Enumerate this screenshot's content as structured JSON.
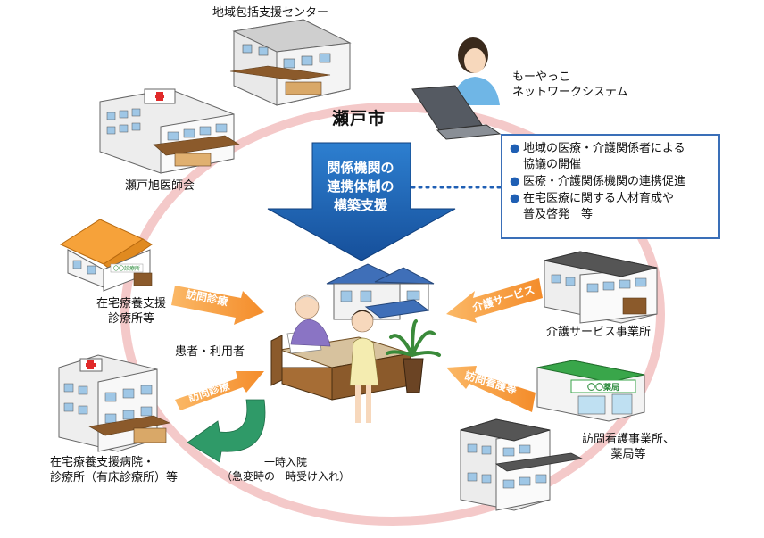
{
  "city": "瀬戸市",
  "center_arrow": {
    "line1": "関係機関の",
    "line2": "連携体制の",
    "line3": "構築支援"
  },
  "info_box": {
    "items": [
      {
        "text": "地域の医療・介護関係者による\n協議の開催"
      },
      {
        "text": "医療・介護関係機関の連携促進"
      },
      {
        "text": "在宅医療に関する人材育成や\n普及啓発　等"
      }
    ]
  },
  "nodes": {
    "community_center": "地域包括支援センター",
    "network_line1": "もーやっこ",
    "network_line2": "ネットワークシステム",
    "medical_assoc": "瀬戸旭医師会",
    "clinic_line1": "在宅療養支援",
    "clinic_line2": "診療所等",
    "patient": "患者・利用者",
    "hospital_line1": "在宅療養支援病院・",
    "hospital_line2": "診療所（有床診療所）等",
    "care_office": "介護サービス事業所",
    "nursing_line1": "訪問看護事業所、",
    "nursing_line2": "薬局等",
    "admission_line1": "一時入院",
    "admission_line2": "（急変時の一時受け入れ）"
  },
  "arrow_tags": {
    "visit1": "訪問診療",
    "visit2": "訪問診療",
    "care_service": "介護サービス",
    "visit_nursing": "訪問看護等"
  },
  "pharmacy_sign": "〇〇薬局",
  "clinic_sign": "〇〇診療所",
  "colors": {
    "ring": "#f4c9c9",
    "blue_arrow": "#1c63b4",
    "orange_tag": "#f7a24a",
    "green_arrow": "#2f9a68",
    "info_border": "#3a6fb8",
    "bullet": "#1f5fb4"
  }
}
